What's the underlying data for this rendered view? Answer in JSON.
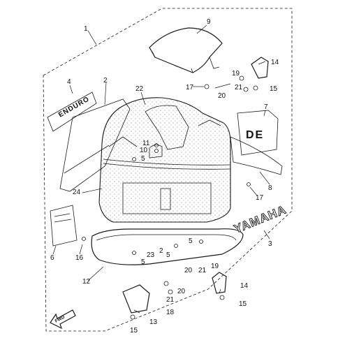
{
  "callouts": {
    "c1": "1",
    "c2a": "2",
    "c2b": "2",
    "c3": "3",
    "c4": "4",
    "c5a": "5",
    "c5b": "5",
    "c5c": "5",
    "c5d": "5",
    "c6": "6",
    "c7": "7",
    "c8": "8",
    "c9": "9",
    "c10": "10",
    "c11": "11",
    "c12": "12",
    "c13": "13",
    "c14a": "14",
    "c14b": "14",
    "c15a": "15",
    "c15b": "15",
    "c15c": "15",
    "c16": "16",
    "c17a": "17",
    "c17b": "17",
    "c18": "18",
    "c19a": "19",
    "c19b": "19",
    "c20a": "20",
    "c20b": "20",
    "c20c": "20",
    "c21a": "21",
    "c21b": "21",
    "c21c": "21",
    "c22": "22",
    "c23": "23",
    "c24": "24"
  },
  "decals": {
    "brand": "YAMAHA",
    "model_badge": "DE",
    "side_badge": "ENDURO",
    "fwd_arrow": "FWD"
  }
}
